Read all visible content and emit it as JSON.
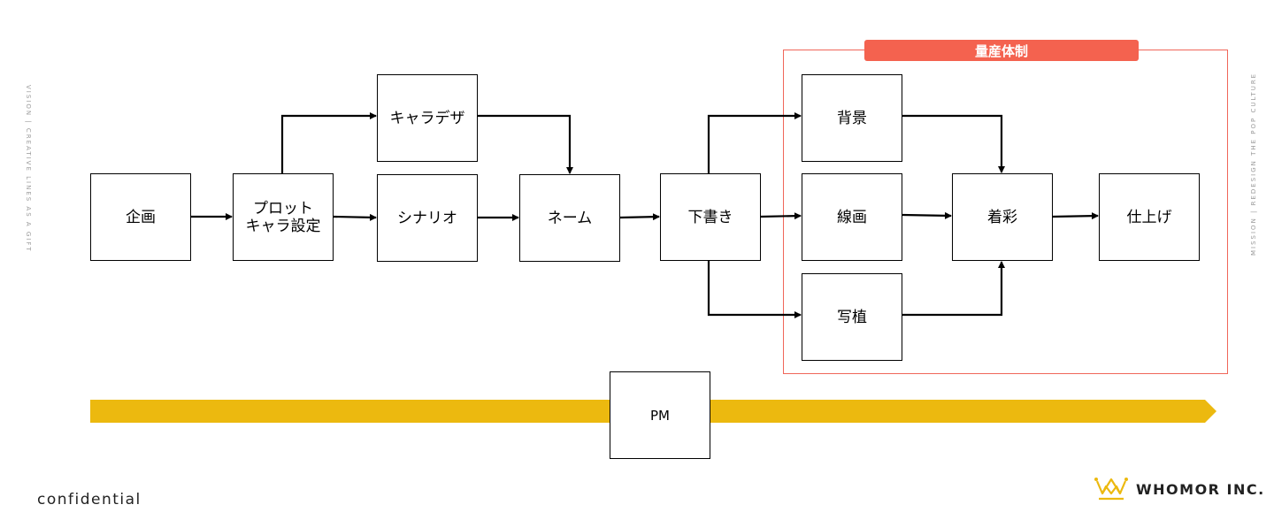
{
  "side_texts": {
    "left": "VISION | CREATIVE LINES AS A GIFT",
    "right": "MISSION | REDESIGN THE POP CULTURE"
  },
  "nodes": {
    "kikaku": "企画",
    "plot": "プロット\nキャラ設定",
    "charadesign": "キャラデザ",
    "scenario": "シナリオ",
    "name": "ネーム",
    "shitagaki": "下書き",
    "haikei": "背景",
    "senga": "線画",
    "shashoku": "写植",
    "chakusai": "着彩",
    "shiage": "仕上げ",
    "pm": "PM"
  },
  "group": {
    "label": "量産体制",
    "color": "#f4624f"
  },
  "timeline": {
    "color": "#ecb90f"
  },
  "footer": {
    "confidential": "confidential",
    "logo": "WHOMOR INC."
  }
}
